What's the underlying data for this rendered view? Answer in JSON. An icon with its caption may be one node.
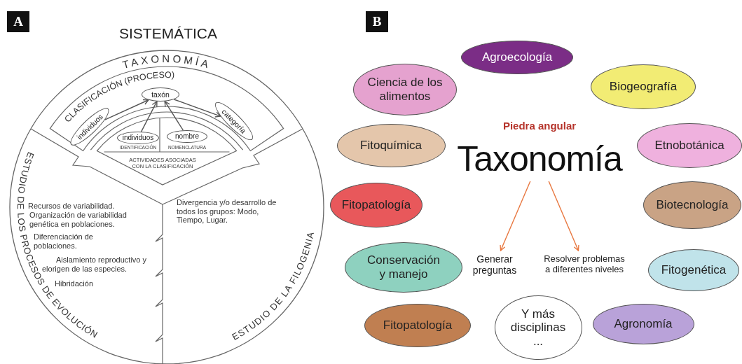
{
  "diagram": {
    "nodes": [
      {
        "text": [
          "individuos"
        ]
      },
      {
        "text": [
          "taxón"
        ]
      },
      {
        "text": [
          "categoría"
        ]
      },
      {
        "text": [
          "individuos"
        ]
      },
      {
        "text": [
          "nombre"
        ]
      },
      {
        "text": [
          "Agroecología"
        ]
      },
      {
        "text": [
          "Ciencia de los alimentos"
        ]
      },
      {
        "text": [
          "Biogeografía"
        ]
      },
      {
        "text": [
          "Fitoquímica"
        ]
      },
      {
        "text": [
          "Taxonomía"
        ],
        "beside": [
          "Piedra angular"
        ]
      },
      {
        "text": [
          "Etnobotánica"
        ]
      },
      {
        "text": [
          "Fitopatología"
        ]
      },
      {
        "text": [
          "Biotecnología"
        ]
      },
      {
        "text": [
          "Conservación y manejo"
        ]
      },
      {
        "text": [
          "Generar preguntas"
        ]
      },
      {
        "text": [
          "Resolver problemas a diferentes niveles"
        ]
      },
      {
        "text": [
          "Fitogenética"
        ]
      },
      {
        "text": [
          "Fitopatología"
        ]
      },
      {
        "text": [
          "Y más disciplinas ..."
        ]
      },
      {
        "text": [
          "Agronomía"
        ]
      }
    ],
    "edges": [
      {
        "from": 0,
        "to": 1,
        "arrow": "to"
      },
      {
        "from": 1,
        "to": 2,
        "arrow": "to"
      },
      {
        "from": 3,
        "to": 1,
        "arrow": "to"
      },
      {
        "from": 4,
        "to": 1,
        "arrow": "to"
      },
      {
        "from": 9,
        "to": 14,
        "arrow": "to",
        "color": "#e8773f"
      },
      {
        "from": 9,
        "to": 15,
        "arrow": "to",
        "color": "#e8773f"
      }
    ],
    "labels": [
      "A",
      "SISTEMÁTICA",
      "TAXONOMÍA",
      "CLASIFICACIÓN (PROCESO)",
      "IDENTIFICACIÓN",
      "NOMENCLATURA",
      "ACTIVIDADES ASOCIADAS CON LA CLASIFICACIÓN",
      "ESTUDIO DE LOS PROCESOS DE EVOLUCIÓN",
      "Recursos de variabilidad.",
      "Organización de variabilidad genética en poblaciones.",
      "Diferenciación de poblaciones.",
      "Aislamiento reproductivo y elorigen de las especies.",
      "Hibridación",
      "Divergencia y/o desarrollo de todos los grupos: Modo, Tiempo, Lugar.",
      "ESTUDIO DE LA FILOGENIA",
      "B"
    ]
  }
}
